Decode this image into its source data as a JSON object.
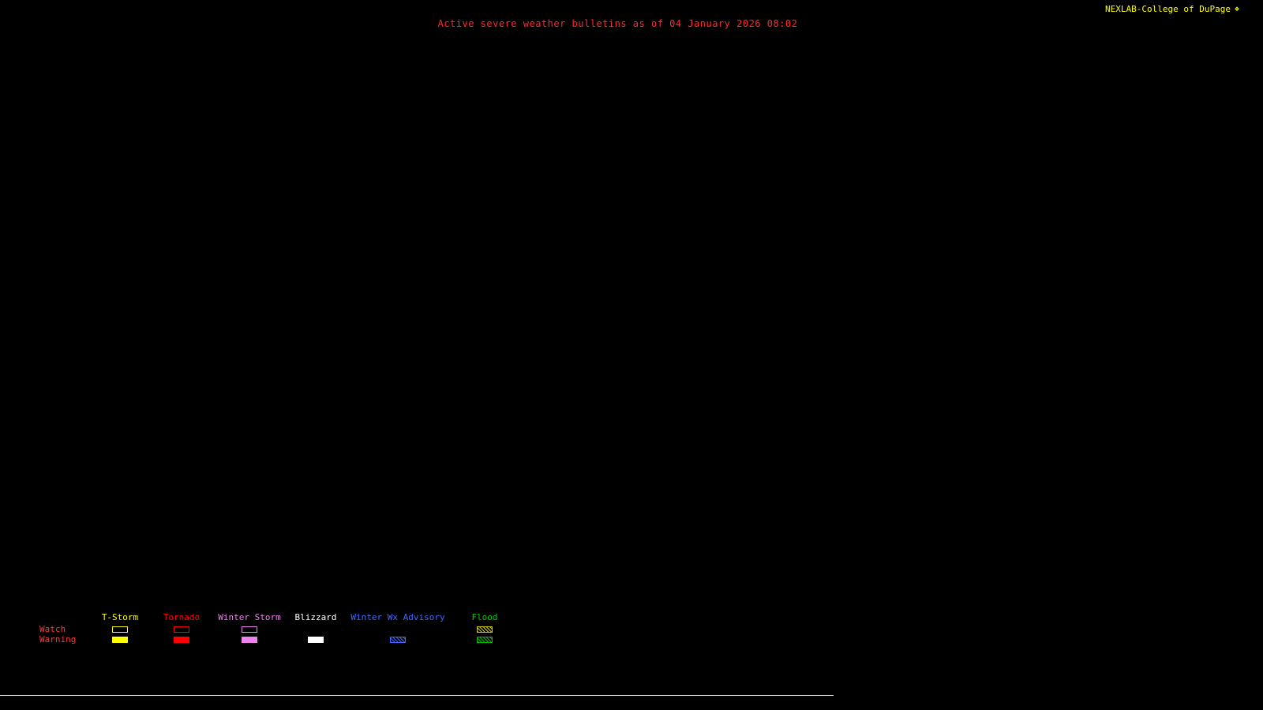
{
  "header": {
    "title": "Active severe weather bulletins as of 04 January 2026 08:02",
    "title_color": "#ff2a2a",
    "brand": "NEXLAB-College of DuPage",
    "brand_color": "#ffff00",
    "logo_glyph": "❖"
  },
  "legend": {
    "row_label_color": "#ff3838",
    "rows": [
      "Watch",
      "Warning"
    ],
    "columns": [
      {
        "label": "T-Storm",
        "color": "#ffff00",
        "watch_style": "hollow",
        "watch_color": "#ffff00",
        "warning_style": "solid",
        "warning_color": "#ffff00"
      },
      {
        "label": "Tornado",
        "color": "#ff0000",
        "watch_style": "hollow",
        "watch_color": "#ff0000",
        "warning_style": "solid",
        "warning_color": "#ff0000"
      },
      {
        "label": "Winter Storm",
        "color": "#ee82ee",
        "watch_style": "hollow",
        "watch_color": "#ee82ee",
        "warning_style": "solid",
        "warning_color": "#ee82ee"
      },
      {
        "label": "Blizzard",
        "color": "#ffffff",
        "watch_style": "none",
        "watch_color": "#ffffff",
        "warning_style": "solid",
        "warning_color": "#ffffff"
      },
      {
        "label": "Winter Wx Advisory",
        "color": "#4169ff",
        "watch_style": "none",
        "watch_color": "#4169ff",
        "warning_style": "hatch",
        "warning_color": "#4169ff"
      },
      {
        "label": "Flood",
        "color": "#00cc00",
        "watch_style": "hatch",
        "watch_color": "#cccc00",
        "warning_style": "hatch",
        "warning_color": "#00bb00"
      }
    ]
  }
}
